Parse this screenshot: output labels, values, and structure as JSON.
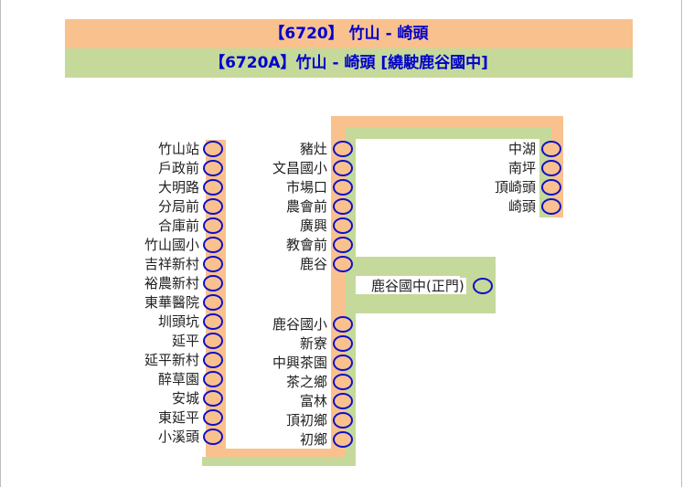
{
  "routes": {
    "main": "【6720】 竹山 - 崎頭",
    "branch": "【6720A】竹山 - 崎頭 [繞駛鹿谷國中]"
  },
  "colors": {
    "main_route": "#f9c18e",
    "branch_route": "#c5d99a",
    "stop_border": "#1010c8",
    "header_text": "#0000cc"
  },
  "stops_col1": [
    "竹山站",
    "戶政前",
    "大明路",
    "分局前",
    "合庫前",
    "竹山國小",
    "吉祥新村",
    "裕農新村",
    "東華醫院",
    "圳頭坑",
    "延平",
    "延平新村",
    "醉草園",
    "安城",
    "東延平",
    "小溪頭"
  ],
  "stops_col2_upper": [
    "豬灶",
    "文昌國小",
    "市場口",
    "農會前",
    "廣興",
    "教會前",
    "鹿谷"
  ],
  "stops_col2_lower": [
    "鹿谷國小",
    "新寮",
    "中興茶園",
    "茶之鄉",
    "富林",
    "頂初鄉",
    "初鄉"
  ],
  "stops_col3": [
    "中湖",
    "南坪",
    "頂崎頭",
    "崎頭"
  ],
  "branch_stop": "鹿谷國中(正門)"
}
